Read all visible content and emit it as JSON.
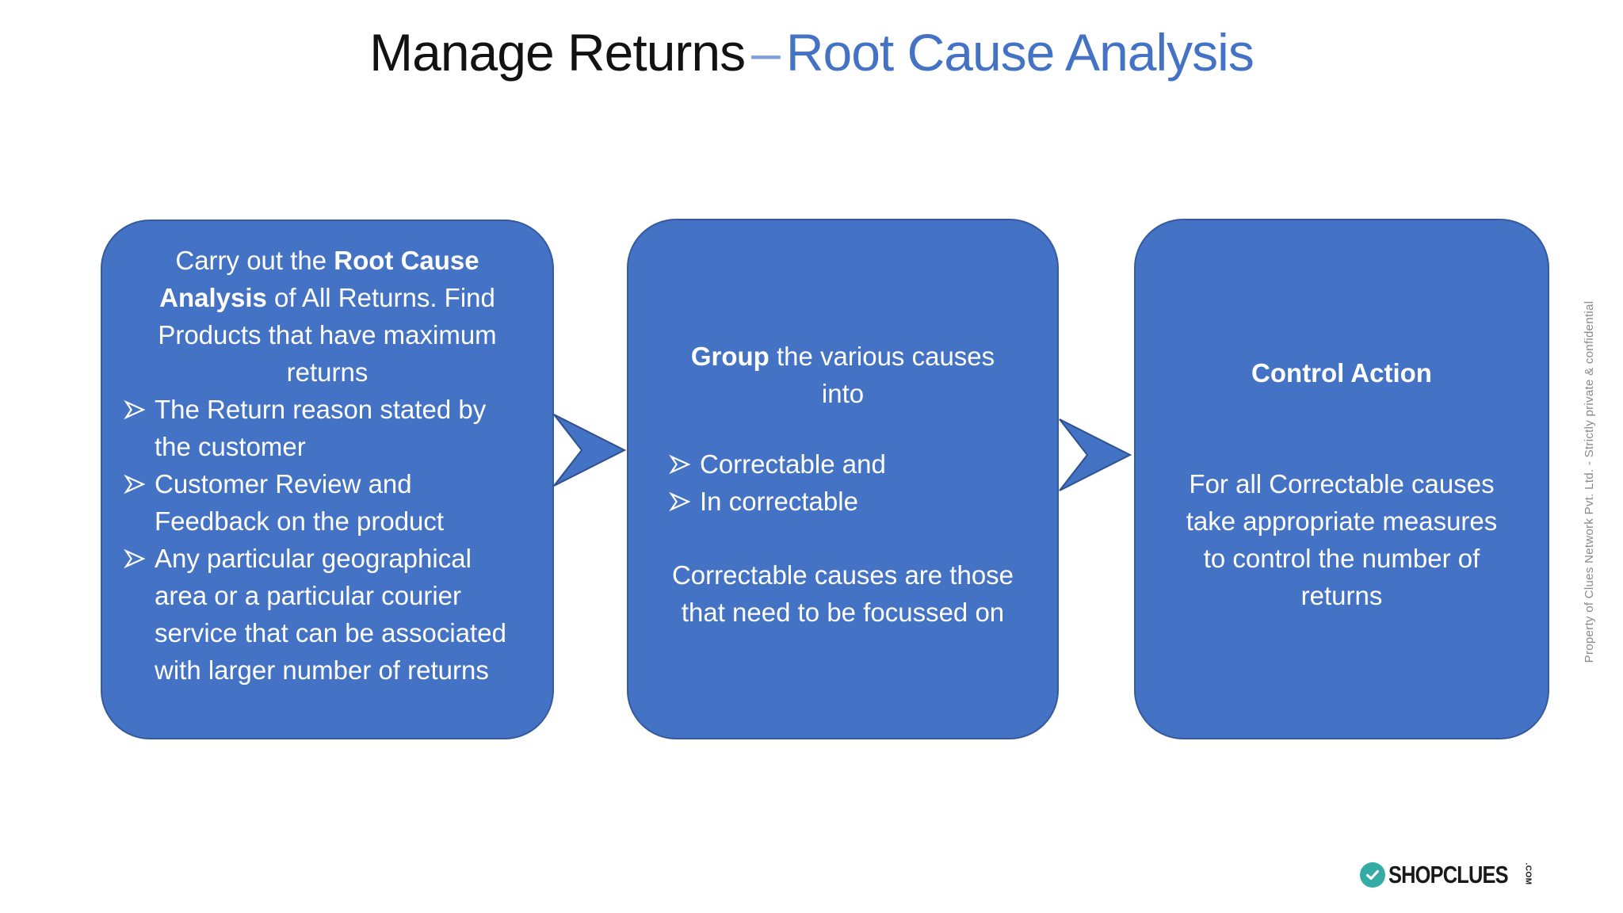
{
  "colors": {
    "box_fill": "#4472c4",
    "box_border": "#355a9d",
    "title_black": "#121212",
    "title_blue": "#4472c4",
    "title_dash": "#7f9fd9",
    "confidential_gray": "#8a8a8a",
    "logo_teal": "#35aba6",
    "text_white": "#ffffff"
  },
  "title": {
    "black": "Manage Returns",
    "dash": "–",
    "blue": "Root Cause Analysis"
  },
  "boxes": {
    "box1": {
      "intro_pre": "Carry out the ",
      "intro_bold": "Root Cause Analysis",
      "intro_post": " of All Returns. Find Products that have maximum returns",
      "bullets": [
        "The Return reason stated by the customer",
        "Customer Review and Feedback on the product",
        "Any particular geographical area or a particular courier service that can be associated with larger number of returns"
      ]
    },
    "box2": {
      "heading_bold": "Group",
      "heading_rest": " the various causes",
      "heading_line2": "into",
      "bullets": [
        "Correctable and",
        "In correctable"
      ],
      "note_lines": [
        "Correctable causes are those",
        "that need to be focussed on"
      ]
    },
    "box3": {
      "heading": "Control Action",
      "body_lines": [
        "For all Correctable causes",
        "take appropriate measures",
        "to control the number of",
        "returns"
      ]
    }
  },
  "footer": {
    "confidential": "Property of Clues Network Pvt. Ltd. - Strictly private & confidential",
    "logo_text": "SHOPCLUES",
    "logo_tld": ".COM"
  }
}
